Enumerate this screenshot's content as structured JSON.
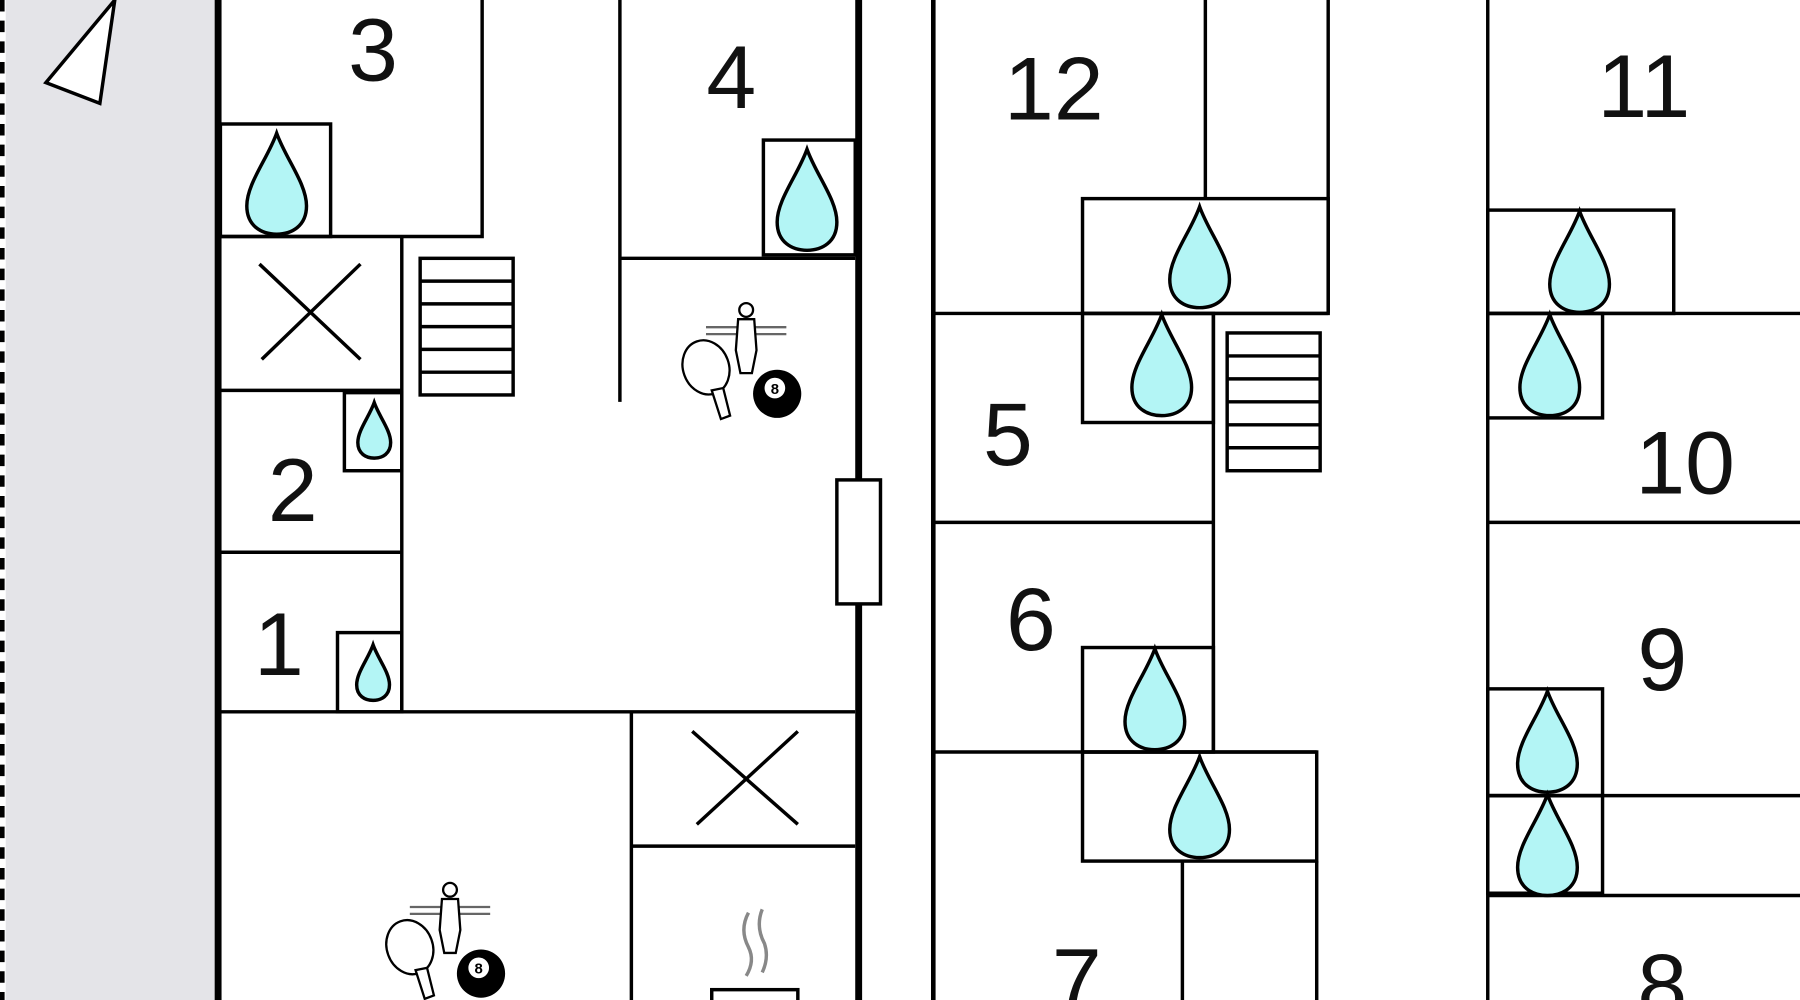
{
  "title": "Floor plan",
  "colors": {
    "water": "#b3f5f5",
    "outside": "#e4e4e8",
    "wall": "#000000"
  },
  "rooms": {
    "r1": "1",
    "r2": "2",
    "r3": "3",
    "r4": "4",
    "r5": "5",
    "r6": "6",
    "r7": "7",
    "r8": "8",
    "r9": "9",
    "r10": "10",
    "r11": "11",
    "r12": "12"
  },
  "icons": {
    "billiard_ball": "8",
    "bathroom": "water-drop-icon",
    "stairs": "stairs-icon",
    "games": "games-room-icon",
    "kitchen": "coffee-icon",
    "storage": "cross-icon",
    "north": "compass-arrow-icon"
  }
}
